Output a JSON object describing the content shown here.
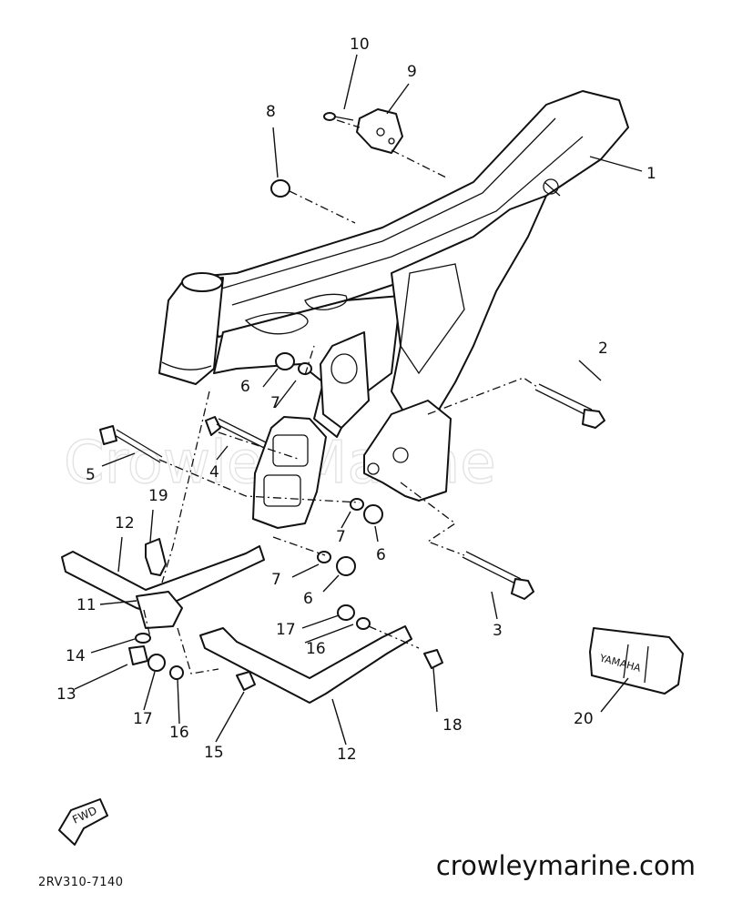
{
  "watermark": "CrowleyMarine",
  "site_label": "crowleymarine.com",
  "diagram_code": "2RV310-7140",
  "fwd_label": "FWD",
  "badge_text": "YAMAHA",
  "callouts": [
    "1",
    "2",
    "3",
    "4",
    "5",
    "6",
    "6",
    "6",
    "7",
    "7",
    "7",
    "8",
    "9",
    "10",
    "11",
    "12",
    "12",
    "13",
    "14",
    "15",
    "16",
    "16",
    "17",
    "17",
    "18",
    "19",
    "20"
  ]
}
